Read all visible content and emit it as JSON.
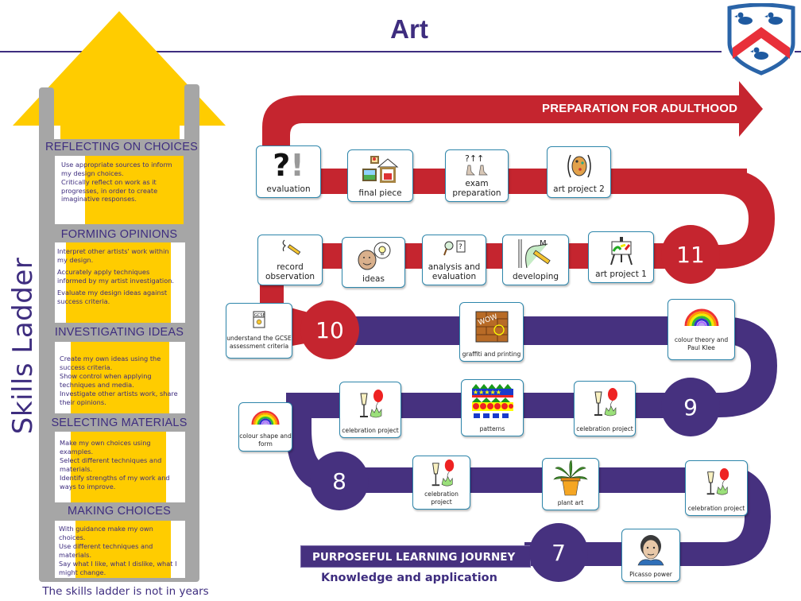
{
  "header": {
    "title": "Art",
    "crest_icon": "school-crest-three-ducks-icon"
  },
  "skills_ladder": {
    "side_label": "Skills Ladder",
    "footer_note": "The skills ladder is not in years",
    "colors": {
      "arrow": "#ffcc00",
      "rails": "#a6a6a6",
      "text": "#3e2d7f"
    },
    "rungs": [
      {
        "title": "REFLECTING ON CHOICES",
        "lines": [
          "Use appropriate sources to inform my design choices.",
          "Critically reflect on work as it progresses, in order to create imaginative responses."
        ]
      },
      {
        "title": "FORMING OPINIONS",
        "lines": [
          "Interpret other artists' work within my design.",
          "Accurately apply techniques informed by my artist investigation.",
          "Evaluate my design ideas against success criteria."
        ]
      },
      {
        "title": "INVESTIGATING IDEAS",
        "lines": [
          "Create my own ideas using the success criteria.",
          "Show control when applying techniques and media.",
          "Investigate other artists work, share their opinions."
        ]
      },
      {
        "title": "SELECTING MATERIALS",
        "lines": [
          "Make my own choices using examples.",
          "Select different techniques and materials.",
          "Identify strengths of my work and ways to improve."
        ]
      },
      {
        "title": "MAKING CHOICES",
        "lines": [
          "With guidance make my own choices.",
          "Use different techniques and materials.",
          "Say what I like, what I dislike, what I might change."
        ]
      }
    ]
  },
  "journey": {
    "colors": {
      "upper_road": "#c5252f",
      "lower_road": "#46317f",
      "card_border": "#2e86ab"
    },
    "end_banner": "PREPARATION FOR ADULTHOOD",
    "start_banner": "PURPOSEFUL LEARNING JOURNEY",
    "start_subtitle": "Knowledge and application",
    "year_markers": [
      "7",
      "8",
      "9",
      "10",
      "11"
    ],
    "year11_row_top": [
      {
        "label": "evaluation",
        "icon": "question-exclamation-icon"
      },
      {
        "label": "final piece",
        "icon": "framed-pictures-icon"
      },
      {
        "label": "exam preparation",
        "icon": "raised-hands-questions-icon"
      },
      {
        "label": "art project 2",
        "icon": "palette-face-icon"
      }
    ],
    "year11_row_bottom": [
      {
        "label": "record observation",
        "icon": "pencil-drawing-icon"
      },
      {
        "label": "ideas",
        "icon": "head-lightbulb-icon"
      },
      {
        "label": "analysis and evaluation",
        "icon": "magnifier-question-icon"
      },
      {
        "label": "developing",
        "icon": "pencil-sketch-icon"
      },
      {
        "label": "art project 1",
        "icon": "easel-painting-icon"
      }
    ],
    "year10_row": [
      {
        "label": "understand the GCSE assessment criteria",
        "icon": "gcse-document-icon"
      },
      {
        "label": "graffiti and printing",
        "icon": "graffiti-wall-icon"
      },
      {
        "label": "colour theory and Paul Klee",
        "icon": "rainbow-icon"
      }
    ],
    "year9_row": [
      {
        "label": "colour shape and form",
        "icon": "rainbow-icon"
      },
      {
        "label": "celebration project",
        "icon": "celebration-icon"
      },
      {
        "label": "patterns",
        "icon": "patterns-icon"
      },
      {
        "label": "celebration project",
        "icon": "celebration-icon"
      }
    ],
    "year8_row": [
      {
        "label": "celebration project",
        "icon": "celebration-icon"
      },
      {
        "label": "plant art",
        "icon": "potted-plant-icon"
      },
      {
        "label": "celebration project",
        "icon": "celebration-icon"
      }
    ],
    "year7_row": [
      {
        "label": "Picasso power",
        "icon": "picasso-portrait-icon"
      }
    ]
  }
}
